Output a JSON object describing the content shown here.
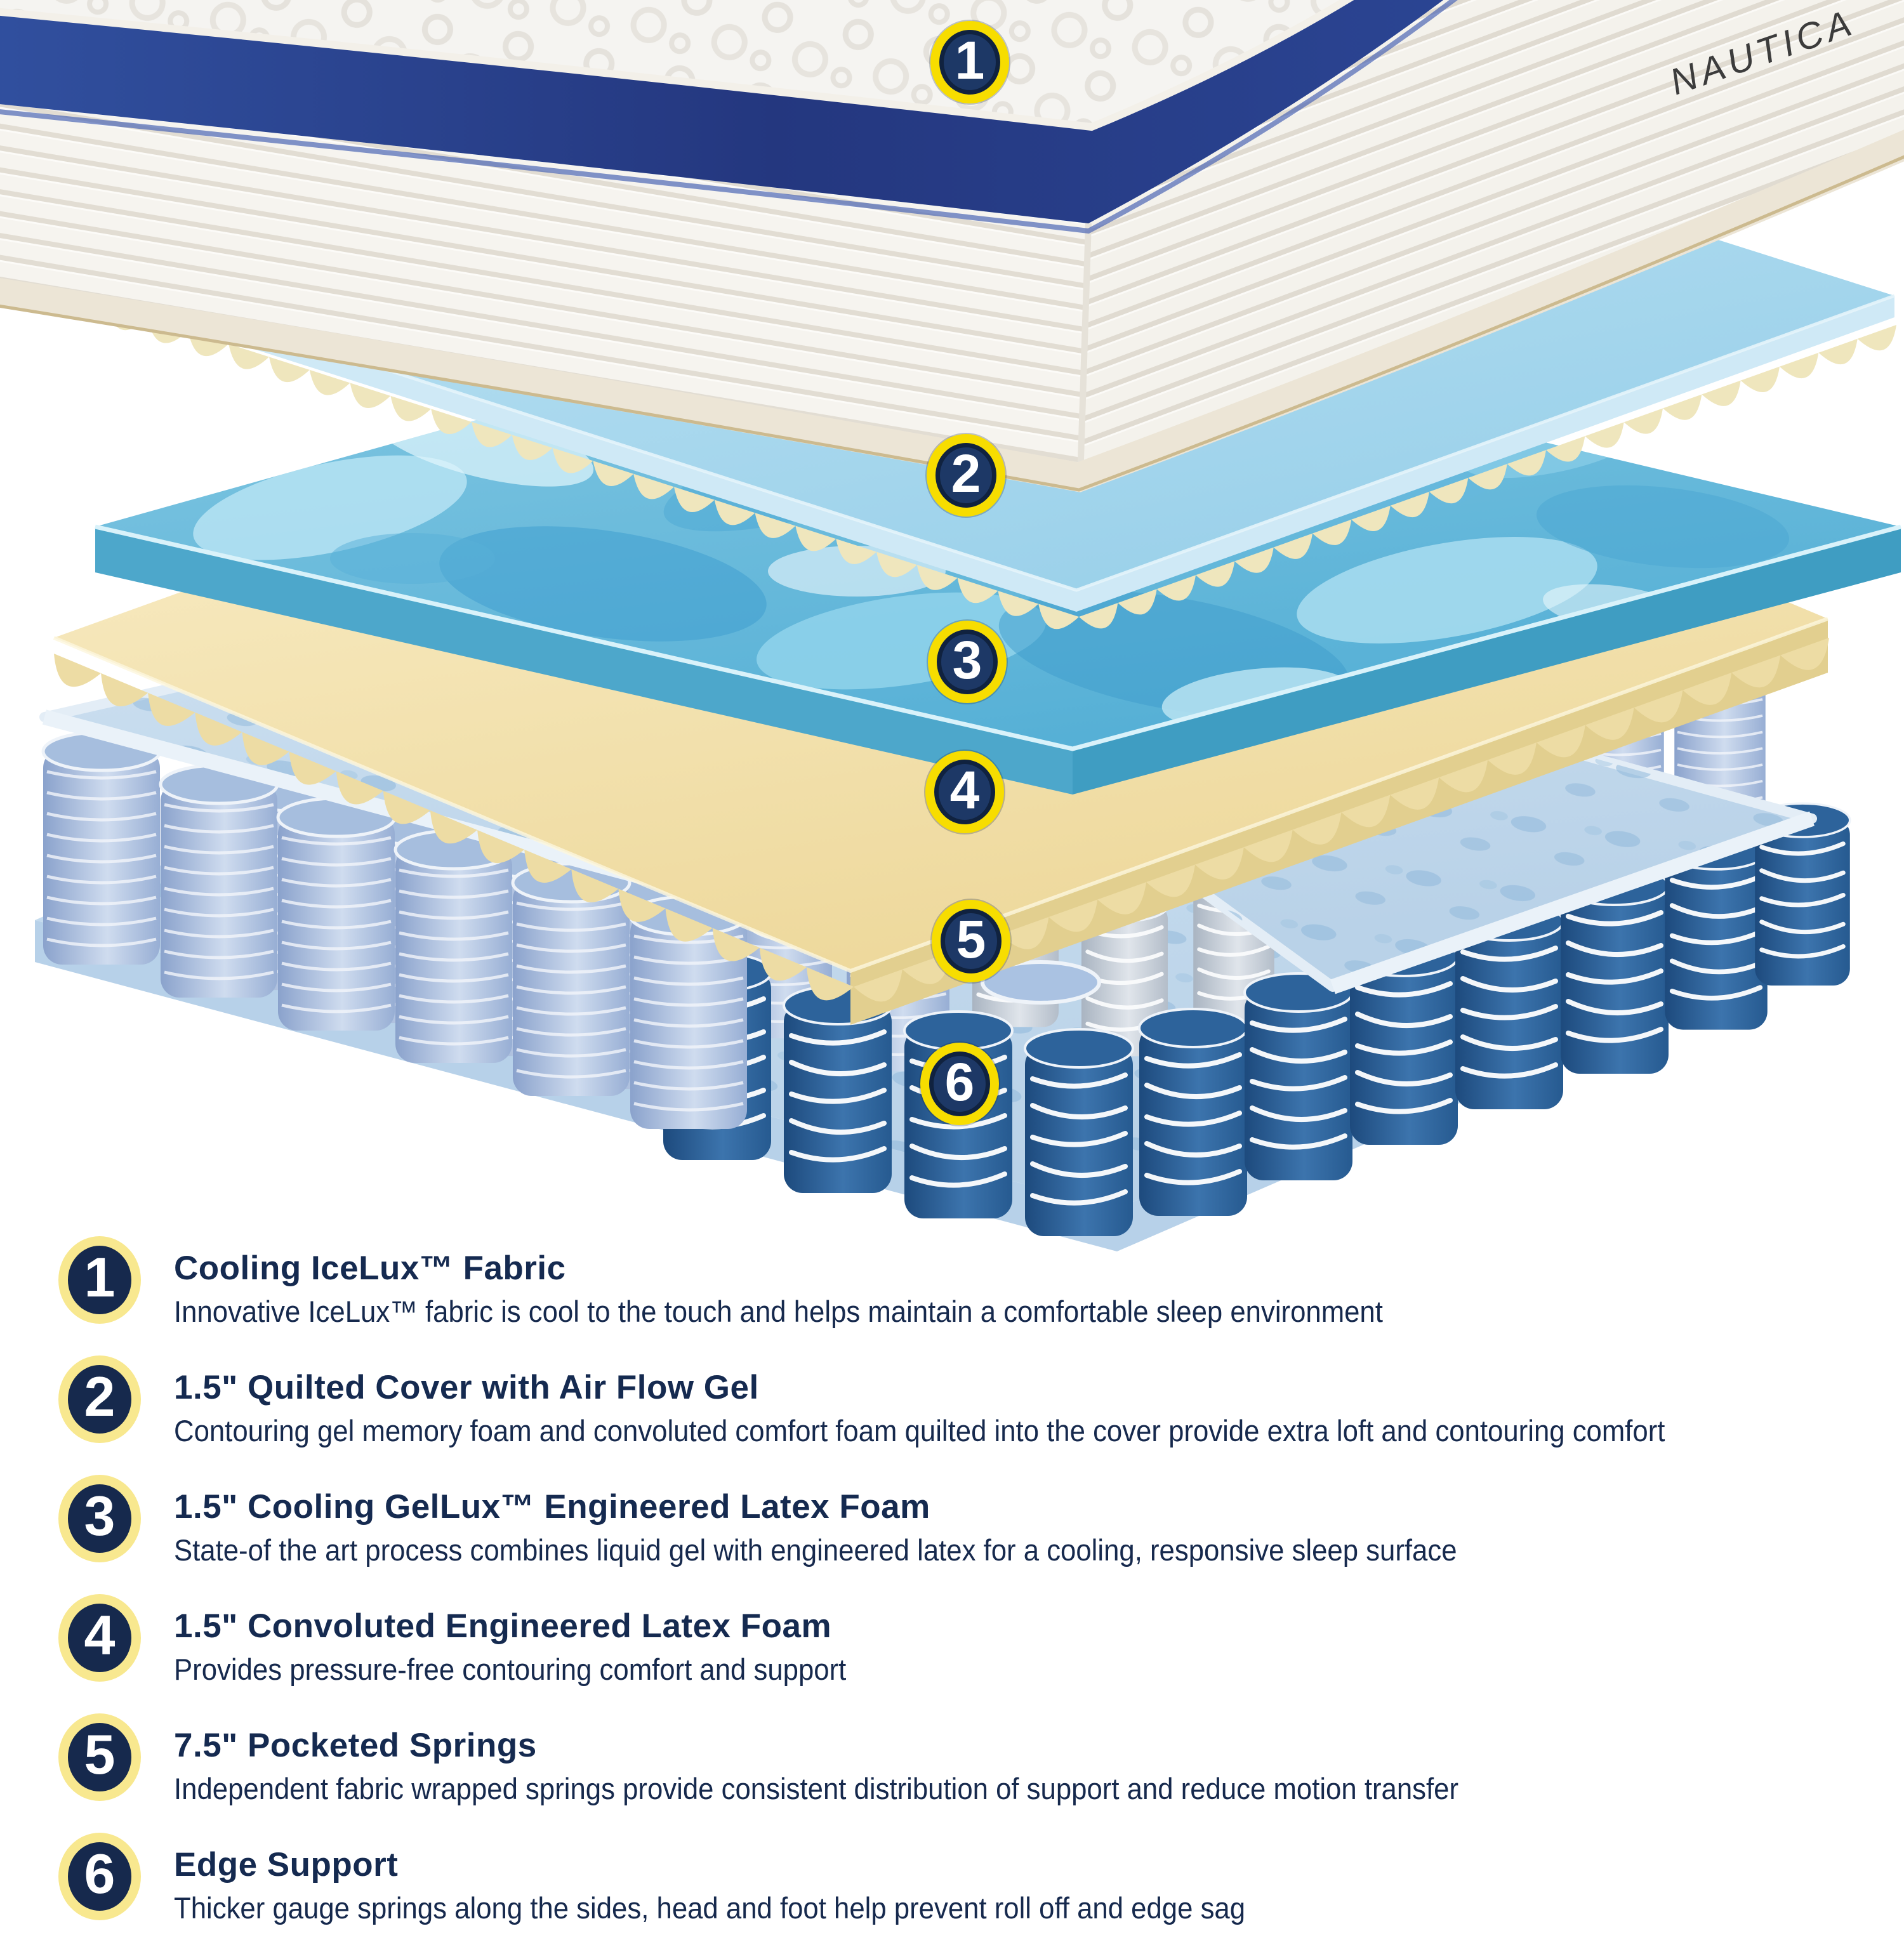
{
  "page": {
    "background": "#ffffff"
  },
  "diagram": {
    "brand": "NAUTICA",
    "badges": [
      "1",
      "2",
      "3",
      "4",
      "5",
      "6"
    ],
    "colors": {
      "callout_ring_yellow": "#f7dd00",
      "callout_navy": "#1d3866",
      "legend_ring_yellow": "#f8e88f",
      "legend_navy": "#16294d",
      "text_navy": "#152a50",
      "mattress_band_blue": "#2b4796",
      "cover_foam_blue": "#aadcf0",
      "gel_blue": "#6cc0e0",
      "latex_foam_yellow": "#f3e0a6",
      "spring_fabric_blue": "#9db4d8",
      "edge_spring_navy": "#1f4e86"
    }
  },
  "legend": {
    "items": [
      {
        "number": "1",
        "title": "Cooling IceLux™ Fabric",
        "description": "Innovative IceLux™ fabric is cool to the touch and helps maintain a comfortable sleep environment"
      },
      {
        "number": "2",
        "title": "1.5\" Quilted Cover with Air Flow Gel",
        "description": "Contouring gel memory foam and convoluted comfort foam quilted into the cover provide extra loft and contouring comfort"
      },
      {
        "number": "3",
        "title": "1.5\" Cooling GelLux™ Engineered Latex Foam",
        "description": "State-of the art process combines liquid gel with engineered latex for a cooling, responsive sleep surface"
      },
      {
        "number": "4",
        "title": "1.5\" Convoluted Engineered Latex Foam",
        "description": "Provides pressure-free contouring comfort and support"
      },
      {
        "number": "5",
        "title": "7.5\" Pocketed Springs",
        "description": "Independent fabric wrapped springs provide consistent distribution of support and reduce motion transfer"
      },
      {
        "number": "6",
        "title": "Edge Support",
        "description": "Thicker gauge springs along the sides, head and foot help prevent roll off and edge sag"
      }
    ]
  }
}
